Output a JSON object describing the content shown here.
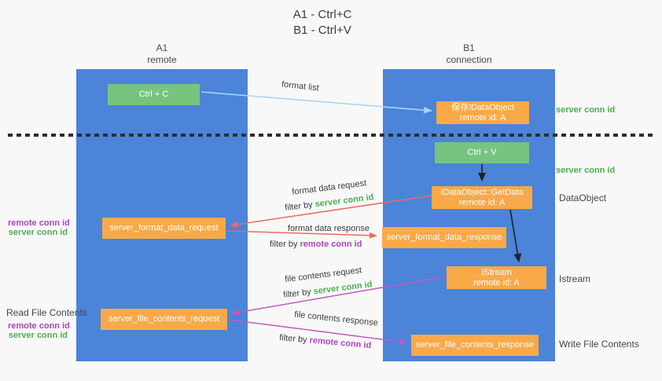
{
  "title": {
    "line1": "A1 - Ctrl+C",
    "line2": "B1 - Ctrl+V"
  },
  "columns": {
    "a1": {
      "name": "A1",
      "subtitle": "remote"
    },
    "b1": {
      "name": "B1",
      "subtitle": "connection"
    }
  },
  "nodes": {
    "ctrl_c": "Ctrl + C",
    "ctrl_v": "Ctrl + V",
    "save_idataobject": {
      "title": "保存IDataObject",
      "subtitle": "remote id: A"
    },
    "getdata": {
      "title": "IDataObject::GetData",
      "subtitle": "remote id: A"
    },
    "istream": {
      "title": "IStream",
      "subtitle": "remote id: A"
    },
    "format_request": "server_format_data_request",
    "format_response": "server_format_data_response",
    "file_request": "server_file_contents_request",
    "file_response": "server_file_contents_response"
  },
  "labels": {
    "format_list": "format list",
    "format_data_request": "format data request",
    "format_data_response": "format data response",
    "file_contents_request": "file contents request",
    "file_contents_response": "file contents response",
    "filter_by": "filter by",
    "server_conn_id": "server conn id",
    "remote_conn_id": "remote conn id",
    "read_file_contents": "Read File Contents",
    "write_file_contents": "Write File Contents",
    "dataobject": "DataObject",
    "istream": "Istream"
  },
  "colors": {
    "background": "#f8f8f8",
    "lane_blue": "#4b84d8",
    "box_orange": "#f9a947",
    "button_green": "#77c47e",
    "text_green": "#4caf50",
    "text_purple": "#ab47bc",
    "arrow_red": "#ef6a5e",
    "arrow_magenta": "#c457c5",
    "arrow_lightblue": "#aad6f5",
    "arrow_black": "#222222",
    "dash_line": "#2d2d2d"
  }
}
